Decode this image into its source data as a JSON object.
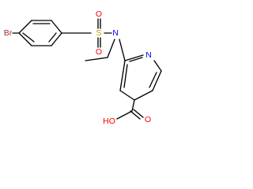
{
  "molecule": {
    "atoms": {
      "br": "Br",
      "s": "S",
      "o_top": "O",
      "o_bottom": "O",
      "n_amine": "N",
      "n_pyridine": "N",
      "o_acid": "O",
      "oh": "HO"
    },
    "colors": {
      "bond": "#000000",
      "bromine": "#a52a2a",
      "sulfur": "#b8a000",
      "oxygen": "#ff0000",
      "nitrogen": "#0000ff"
    }
  }
}
